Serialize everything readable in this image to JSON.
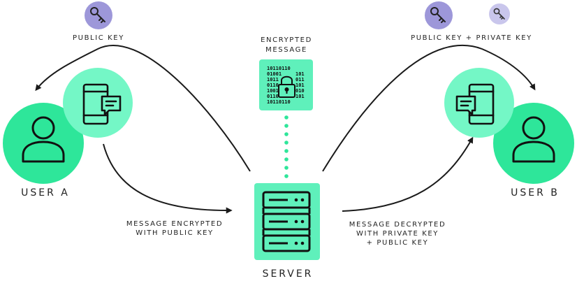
{
  "labels": {
    "public_key_left": "PUBLIC KEY",
    "public_private_right": "PUBLIC KEY + PRIVATE KEY",
    "encrypted_message_line1": "ENCRYPTED",
    "encrypted_message_line2": "MESSAGE",
    "user_a": "USER A",
    "user_b": "USER B",
    "server": "SERVER",
    "msg_encrypted_line1": "MESSAGE ENCRYPTED",
    "msg_encrypted_line2": "WITH PUBLIC KEY",
    "msg_decrypted_line1": "MESSAGE DECRYPTED",
    "msg_decrypted_line2": "WITH PRIVATE KEY",
    "msg_decrypted_line3": "+ PUBLIC KEY"
  },
  "icons": {
    "user": "user-icon",
    "phone": "phone-message-icon",
    "key": "key-icon",
    "server": "server-icon",
    "encrypted": "encrypted-binary-lock-icon"
  },
  "colors": {
    "user_circle": "#2ee69a",
    "phone_circle": "#74f7c6",
    "box": "#5ff0bb",
    "key_circle_dark": "#9d97d9",
    "key_circle_light": "#c9c6ec",
    "line": "#1a1a1a"
  }
}
